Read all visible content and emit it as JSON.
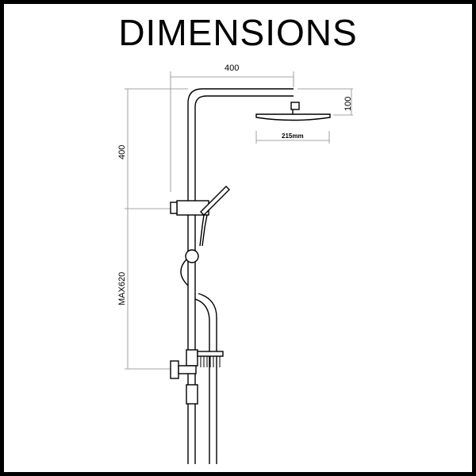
{
  "title": "DIMENSIONS",
  "dimensions": {
    "top_width": "400",
    "head_drop": "100",
    "head_diameter": "215mm",
    "upper_height": "400",
    "lower_height": "MAX620"
  },
  "colors": {
    "line": "#000000",
    "background": "#ffffff",
    "dimension_line": "#888888"
  }
}
